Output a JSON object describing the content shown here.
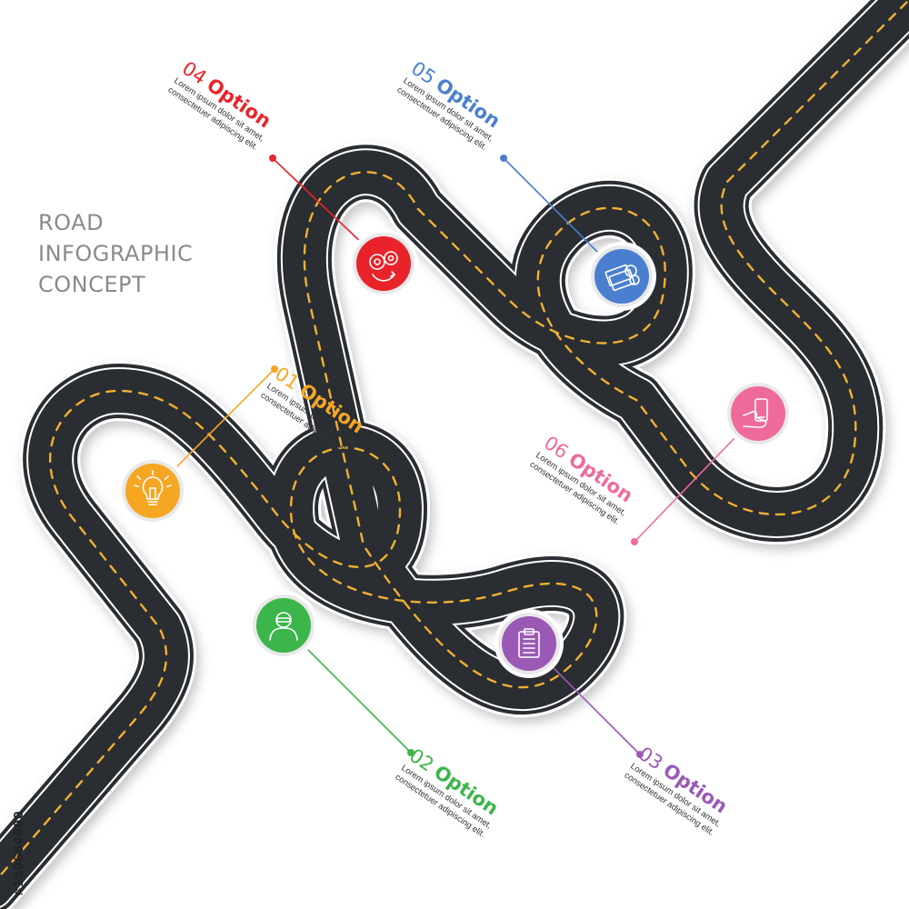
{
  "title": {
    "line1": "ROAD",
    "line2": "INFOGRAPHIC",
    "line3": "CONCEPT"
  },
  "steps": [
    {
      "number": "01",
      "label": "Option",
      "desc1": "Lorem ipsum dolor sit amet,",
      "desc2": "consectetuer adipiscing elit.",
      "color": "#f5a623",
      "icon": "lightbulb-icon"
    },
    {
      "number": "02",
      "label": "Option",
      "desc1": "Lorem ipsum dolor sit amet,",
      "desc2": "consectetuer adipiscing elit.",
      "color": "#3cb54a",
      "icon": "person-icon"
    },
    {
      "number": "03",
      "label": "Option",
      "desc1": "Lorem ipsum dolor sit amet,",
      "desc2": "consectetuer adipiscing elit.",
      "color": "#9b59b6",
      "icon": "clipboard-icon"
    },
    {
      "number": "04",
      "label": "Option",
      "desc1": "Lorem ipsum dolor sit amet,",
      "desc2": "consectetuer adipiscing elit.",
      "color": "#e8232a",
      "icon": "gears-icon"
    },
    {
      "number": "05",
      "label": "Option",
      "desc1": "Lorem ipsum dolor sit amet,",
      "desc2": "consectetuer adipiscing elit.",
      "color": "#4a7fd0",
      "icon": "money-icon"
    },
    {
      "number": "06",
      "label": "Option",
      "desc1": "Lorem ipsum dolor sit amet,",
      "desc2": "consectetuer adipiscing elit.",
      "color": "#ee6a9c",
      "icon": "phone-hand-icon"
    }
  ],
  "stock_id": "#150684990",
  "colors": {
    "road": "#2b2d30",
    "road_edge": "#ffffff",
    "lane_marking": "#f2b032"
  }
}
